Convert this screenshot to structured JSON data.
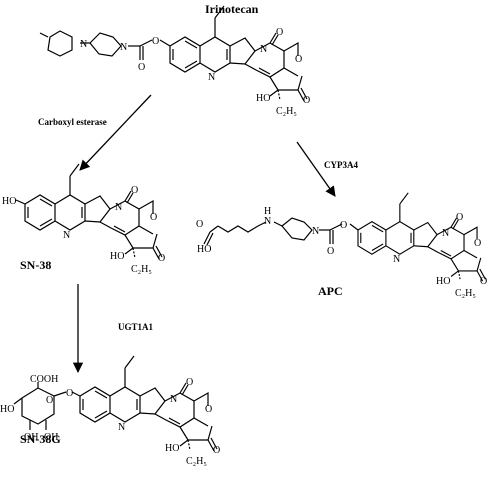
{
  "compounds": {
    "irinotecan": "Irinotecan",
    "sn38": "SN-38",
    "apc": "APC",
    "sn38g": "SN-38G"
  },
  "enzymes": {
    "carboxyl_esterase": "Carboxyl esterase",
    "cyp3a4": "CYP3A4",
    "ugt1a1": "UGT1A1"
  },
  "atoms": {
    "N": "N",
    "O": "O",
    "H": "H",
    "HO": "HO",
    "OH": "OH",
    "COOH": "COOH",
    "C2H5": "C₂H₅"
  }
}
